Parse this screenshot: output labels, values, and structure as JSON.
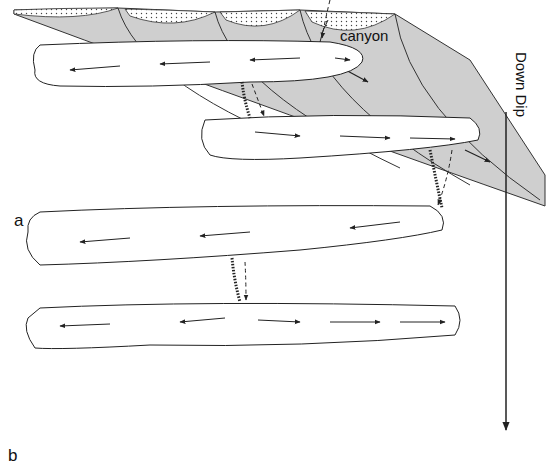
{
  "diagram": {
    "labels": [
      "a",
      "canyon",
      "Down Dip",
      "b"
    ]
  }
}
